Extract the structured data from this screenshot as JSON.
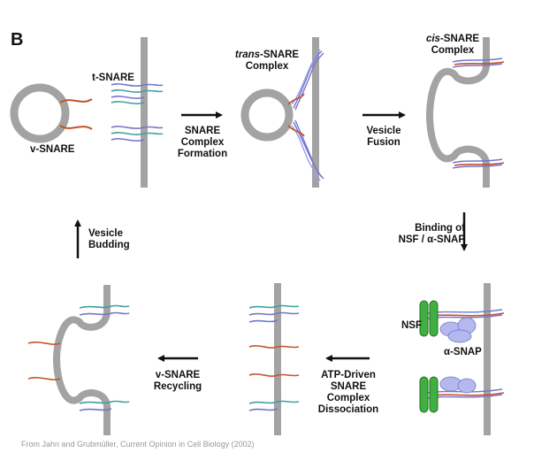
{
  "panel_letter": "B",
  "labels": {
    "t_snare": "t-SNARE",
    "v_snare": "v-SNARE",
    "trans_prefix": "trans",
    "trans_suffix": "-SNARE",
    "trans_line2": "Complex",
    "cis_prefix": "cis",
    "cis_suffix": "-SNARE",
    "cis_line2": "Complex",
    "nsf": "NSF",
    "alpha_snap": "α-SNAP"
  },
  "steps": {
    "complex_formation": [
      "SNARE",
      "Complex",
      "Formation"
    ],
    "vesicle_fusion": [
      "Vesicle",
      "Fusion"
    ],
    "binding": [
      "Binding of",
      "NSF / α-SNAP"
    ],
    "dissociation": [
      "ATP-Driven",
      "SNARE",
      "Complex",
      "Dissociation"
    ],
    "recycling": [
      "v-SNARE",
      "Recycling"
    ],
    "budding": [
      "Vesicle",
      "Budding"
    ]
  },
  "caption": "From Jahn and Grubmüller, Current Opinion in Cell Biology (2002)",
  "colors": {
    "membrane": "#a3a3a3",
    "v_snare": "#c2542a",
    "t_snare_teal": "#3fa0a0",
    "t_snare_violet": "#7b73c8",
    "complex_blue": "#6f78d2",
    "nsf_green": "#3fb040",
    "snap_blob": "#b4b8ec",
    "arrow": "#111111"
  }
}
